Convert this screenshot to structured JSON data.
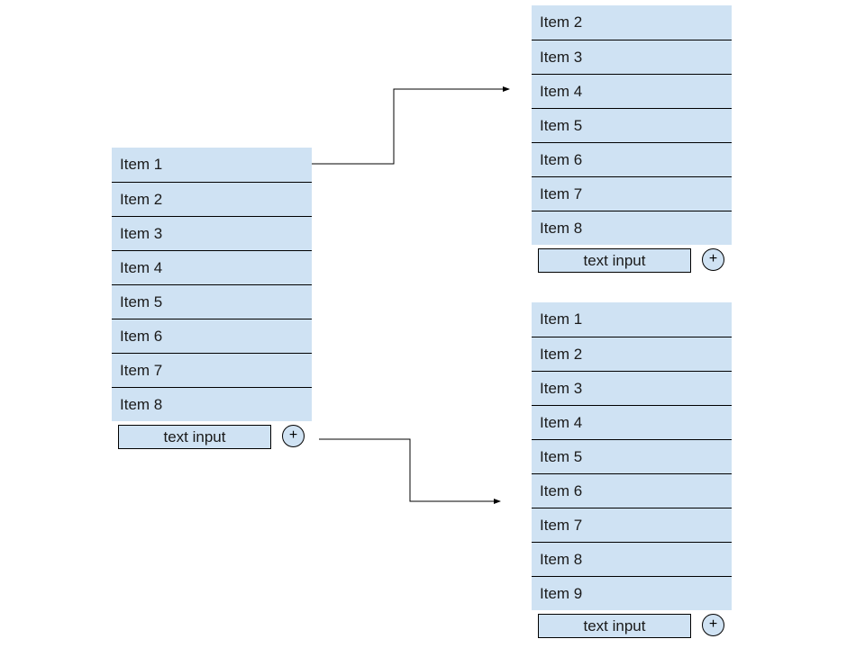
{
  "left_panel": {
    "items": [
      "Item 1",
      "Item 2",
      "Item 3",
      "Item 4",
      "Item 5",
      "Item 6",
      "Item 7",
      "Item 8"
    ],
    "input_label": "text input",
    "add_button_label": "+"
  },
  "top_right_panel": {
    "items": [
      "Item 2",
      "Item 3",
      "Item 4",
      "Item 5",
      "Item 6",
      "Item 7",
      "Item 8"
    ],
    "input_label": "text input",
    "add_button_label": "+"
  },
  "bottom_right_panel": {
    "items": [
      "Item 1",
      "Item 2",
      "Item 3",
      "Item 4",
      "Item 5",
      "Item 6",
      "Item 7",
      "Item 8",
      "Item 9"
    ],
    "input_label": "text input",
    "add_button_label": "+"
  },
  "colors": {
    "item_background": "#cfe2f3",
    "line": "#000000"
  }
}
